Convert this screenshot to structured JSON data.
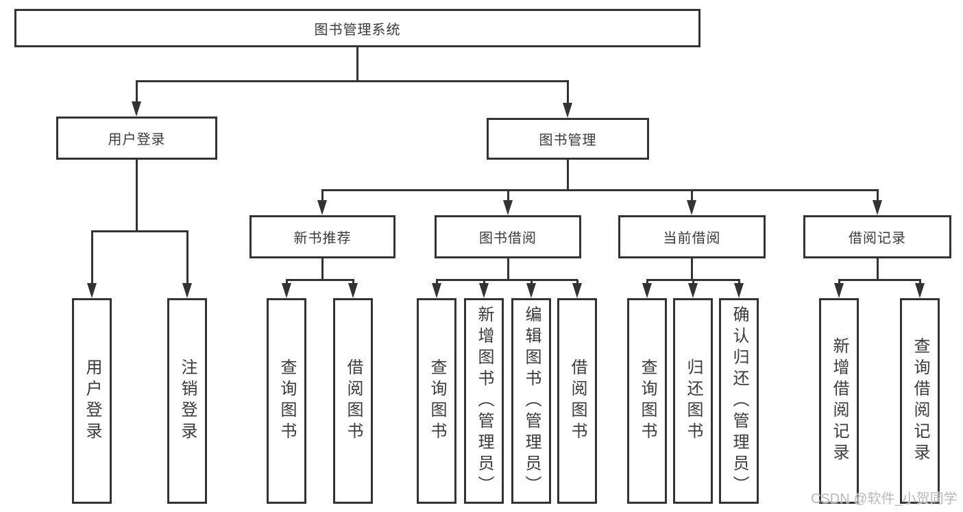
{
  "colors": {
    "line": "#333333",
    "text": "#3a3a3a",
    "watermark": "#b9b9b9",
    "background": "#ffffff"
  },
  "root": {
    "label": "图书管理系统"
  },
  "branches": [
    {
      "label": "用户登录",
      "children": [
        "用户登录",
        "注销登录"
      ]
    },
    {
      "label": "图书管理",
      "groups": [
        {
          "label": "新书推荐",
          "children": [
            "查询图书",
            "借阅图书"
          ]
        },
        {
          "label": "图书借阅",
          "children": [
            "查询图书",
            "新增图书（管理员）",
            "编辑图书（管理员）",
            "借阅图书"
          ]
        },
        {
          "label": "当前借阅",
          "children": [
            "查询图书",
            "归还图书",
            "确认归还（管理员）"
          ]
        },
        {
          "label": "借阅记录",
          "children": [
            "新增借阅记录",
            "查询借阅记录"
          ]
        }
      ]
    }
  ],
  "watermark": "CSDN @软件_小贺同学"
}
